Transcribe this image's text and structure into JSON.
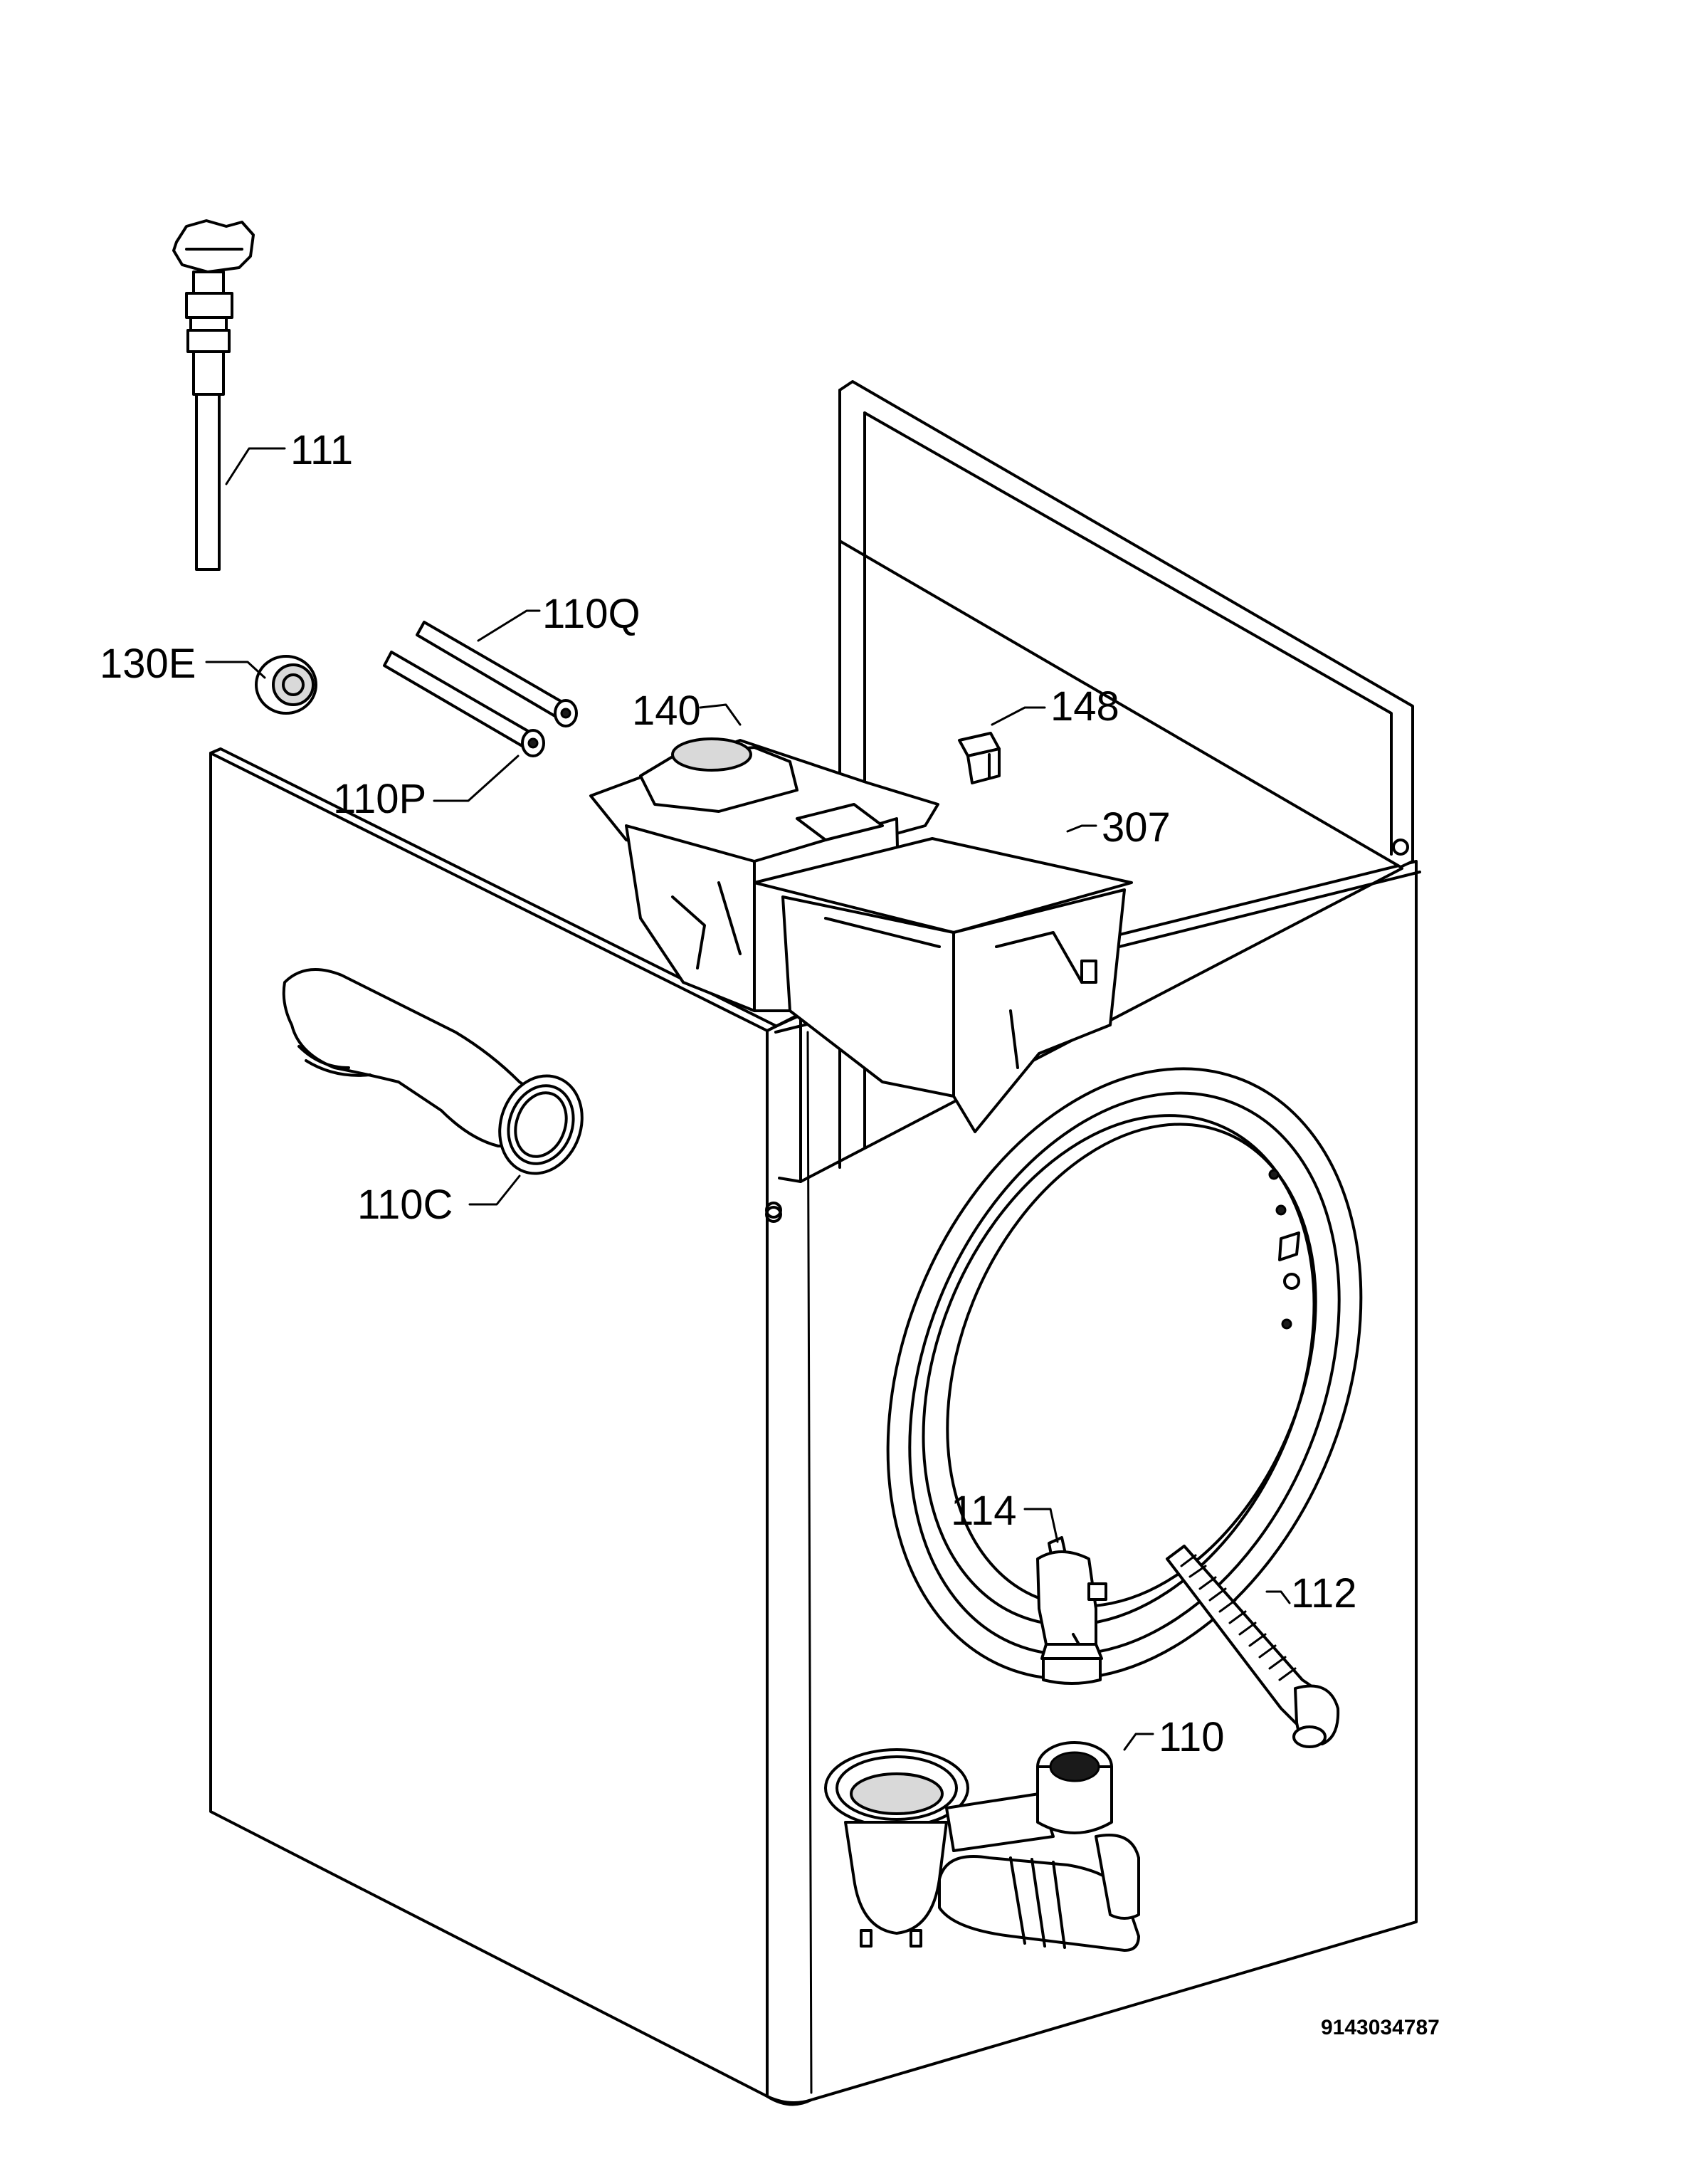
{
  "callouts": {
    "c111": "111",
    "c110Q": "110Q",
    "c130E": "130E",
    "c140": "140",
    "c148": "148",
    "c110P": "110P",
    "c307": "307",
    "c110C": "110C",
    "c114": "114",
    "c112": "112",
    "c110": "110"
  },
  "drawing_code": "9143034787",
  "colors": {
    "line": "#000000",
    "paper": "#ffffff",
    "shade": "#d9d9d9"
  }
}
